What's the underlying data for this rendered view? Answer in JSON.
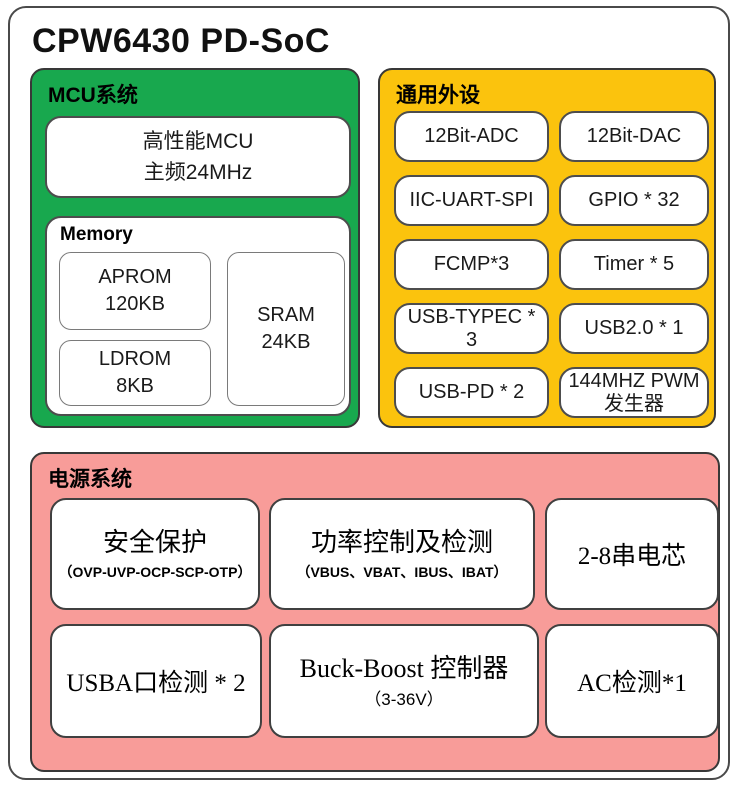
{
  "title": "CPW6430 PD-SoC",
  "colors": {
    "mcu_section_bg": "#18A84E",
    "peripherals_section_bg": "#FBC30D",
    "power_section_bg": "#F89C99",
    "box_bg": "#FFFFFF",
    "border": "#4A4A4A",
    "text": "#1A1A1A"
  },
  "mcu": {
    "label": "MCU系统",
    "cpu": {
      "line1": "高性能MCU",
      "line2": "主频24MHz"
    },
    "memory": {
      "label": "Memory",
      "aprom": {
        "line1": "APROM",
        "line2": "120KB"
      },
      "ldrom": {
        "line1": "LDROM",
        "line2": "8KB"
      },
      "sram": {
        "line1": "SRAM",
        "line2": "24KB"
      }
    }
  },
  "peripherals": {
    "label": "通用外设",
    "items": [
      {
        "label": "12Bit-ADC"
      },
      {
        "label": "12Bit-DAC"
      },
      {
        "label": "IIC-UART-SPI"
      },
      {
        "label": "GPIO * 32"
      },
      {
        "label": "FCMP*3"
      },
      {
        "label": "Timer * 5"
      },
      {
        "label": "USB-TYPEC * 3"
      },
      {
        "label": "USB2.0 * 1"
      },
      {
        "label": "USB-PD * 2"
      },
      {
        "label": "144MHZ PWM发生器"
      }
    ]
  },
  "power": {
    "label": "电源系统",
    "safety": {
      "title": "安全保护",
      "subtitle": "（OVP-UVP-OCP-SCP-OTP）"
    },
    "power_control": {
      "title": "功率控制及检测",
      "subtitle": "（VBUS、VBAT、IBUS、IBAT）"
    },
    "battery_cells": {
      "label": "2-8串电芯"
    },
    "usba_detect": {
      "label": "USBA口检测 * 2"
    },
    "buck_boost": {
      "title": "Buck-Boost 控制器",
      "subtitle": "（3-36V）"
    },
    "ac_detect": {
      "label": "AC检测*1"
    }
  }
}
